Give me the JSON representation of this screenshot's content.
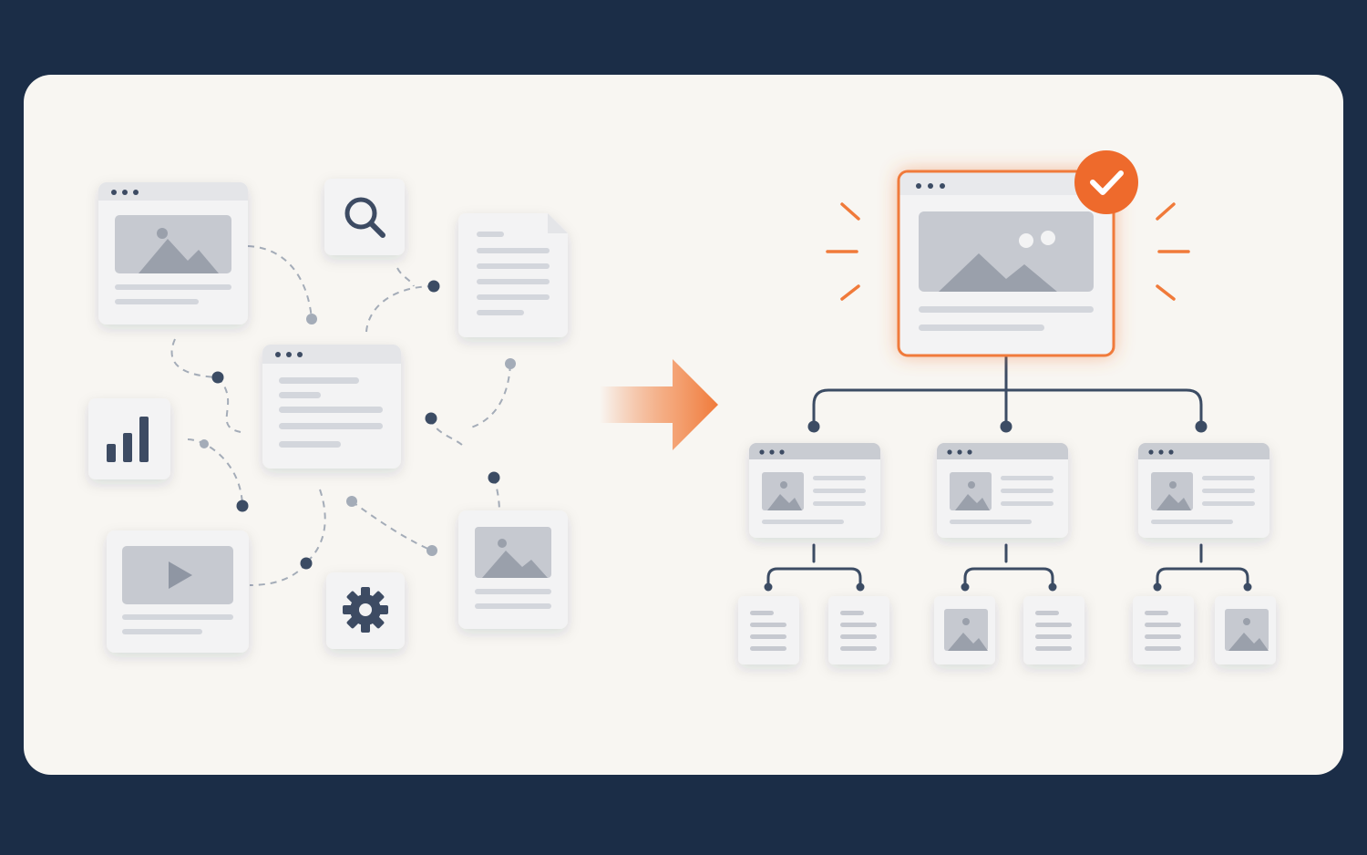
{
  "colors": {
    "background": "#1b2d47",
    "panel": "#f8f6f2",
    "card": "#f3f3f4",
    "card_header": "#e4e5e8",
    "placeholder_fill": "#c6c9d0",
    "placeholder_art": "#9aa0ab",
    "text_line": "#d3d6dc",
    "connector_dark": "#3c4c64",
    "connector_light": "#a4acb8",
    "accent": "#f07a3a",
    "check_badge": "#ee6a2c"
  },
  "icons": {
    "scattered": [
      "web-page-card-icon",
      "search-icon",
      "document-icon",
      "bar-chart-icon",
      "text-page-card-icon",
      "video-card-icon",
      "gear-icon",
      "image-card-icon"
    ],
    "transition": "arrow-right-icon",
    "organized": [
      "featured-page-icon",
      "checkmark-icon",
      "page-card-icon",
      "document-icon",
      "image-thumbnail-icon"
    ]
  },
  "diagram": {
    "left_side": "scattered-content-network",
    "right_side": "hierarchical-site-tree",
    "hierarchy_levels": 3,
    "child_pages": 3,
    "leaf_items": 6
  }
}
